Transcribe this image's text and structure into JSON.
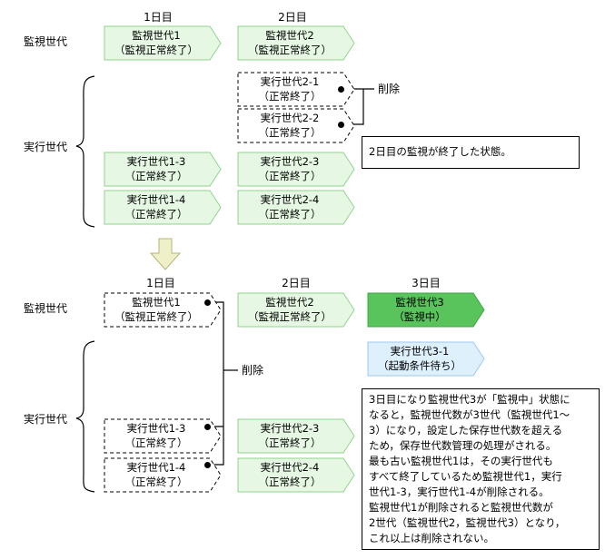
{
  "labels": {
    "monitor_gen": "監視世代",
    "exec_gen": "実行世代",
    "delete": "削除"
  },
  "top": {
    "days": [
      "1日目",
      "2日目"
    ],
    "monitor": [
      {
        "name": "監視世代1",
        "status": "（監視正常終了）"
      },
      {
        "name": "監視世代2",
        "status": "（監視正常終了）"
      }
    ],
    "exec_deleted": [
      {
        "name": "実行世代2-1",
        "status": "（正常終了）"
      },
      {
        "name": "実行世代2-2",
        "status": "（正常終了）"
      }
    ],
    "exec": [
      {
        "name": "実行世代1-3",
        "status": "（正常終了）"
      },
      {
        "name": "実行世代2-3",
        "status": "（正常終了）"
      },
      {
        "name": "実行世代1-4",
        "status": "（正常終了）"
      },
      {
        "name": "実行世代2-4",
        "status": "（正常終了）"
      }
    ],
    "note": "2日目の監視が終了した状態。"
  },
  "bottom": {
    "days": [
      "1日目",
      "2日目",
      "3日目"
    ],
    "monitor": [
      {
        "name": "監視世代1",
        "status": "（監視正常終了）"
      },
      {
        "name": "監視世代2",
        "status": "（監視正常終了）"
      },
      {
        "name": "監視世代3",
        "status": "（監視中）"
      }
    ],
    "exec_waiting": {
      "name": "実行世代3-1",
      "status": "（起動条件待ち）"
    },
    "exec": [
      {
        "name": "実行世代1-3",
        "status": "（正常終了）"
      },
      {
        "name": "実行世代2-3",
        "status": "（正常終了）"
      },
      {
        "name": "実行世代1-4",
        "status": "（正常終了）"
      },
      {
        "name": "実行世代2-4",
        "status": "（正常終了）"
      }
    ],
    "note": [
      "3日目になり監視世代3が「監視中」状態に",
      "なると，監視世代数が3世代（監視世代1〜",
      "3）になり，設定した保存世代数を超える",
      "ため，保存世代数管理の処理がされる。",
      "最も古い監視世代1は，その実行世代も",
      "すべて終了しているため監視世代1，実行",
      "世代1-3，実行世代1-4が削除される。",
      "監視世代1が削除されると監視世代数が",
      "2世代（監視世代2，監視世代3）となり，",
      "これ以上は削除されない。"
    ]
  },
  "colors": {
    "ended_fill": "#e6f8e4",
    "ended_stroke": "#8fd48a",
    "active_fill": "#59c45b",
    "waiting_fill": "#def0fc",
    "waiting_stroke": "#9cc8ee",
    "arrow_fill": "#f0f0c8",
    "arrow_stroke": "#b4b478"
  }
}
